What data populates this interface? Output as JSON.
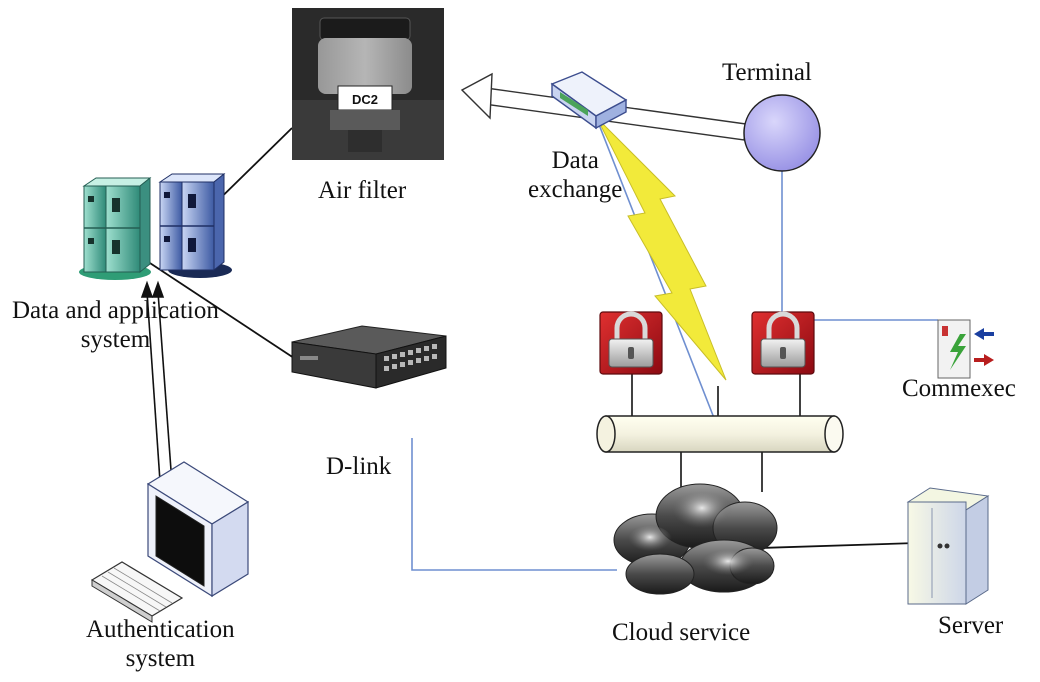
{
  "labels": {
    "air_filter": "Air filter",
    "terminal": "Terminal",
    "data_exchange_1": "Data",
    "data_exchange_2": "exchange",
    "data_app_1": "Data and application",
    "data_app_2": "system",
    "dlink": "D-link",
    "commexec": "Commexec",
    "auth_1": "Authentication",
    "auth_2": "system",
    "cloud": "Cloud service",
    "server": "Server"
  },
  "air_filter_photo_text": "DC2",
  "colors": {
    "link_line": "#6f8fd0",
    "lightning": "#f2ea3a",
    "lock_red": "#b8121b",
    "terminal_fill": "#b9b4ee",
    "rack_teal": "#4fa79a",
    "rack_blue": "#5a78c0"
  },
  "icons": [
    "air-filter-photo",
    "terminal-node-icon",
    "data-exchange-router-icon",
    "data-application-server-racks-icon",
    "dlink-switch-icon",
    "lock-icon",
    "lock-icon",
    "commexec-icon",
    "network-bus-icon",
    "cloud-icon",
    "server-icon",
    "authentication-computer-icon",
    "keyboard-icon",
    "lightning-icon"
  ]
}
